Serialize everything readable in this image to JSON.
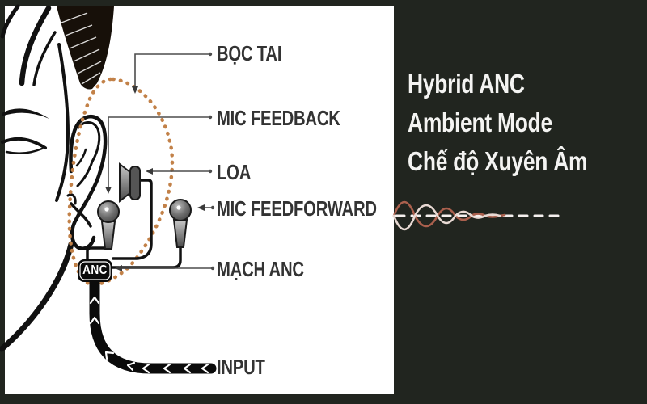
{
  "diagram": {
    "labels": [
      {
        "id": "boc-tai",
        "text": "BỌC TAI"
      },
      {
        "id": "mic-feedback",
        "text": "MIC FEEDBACK"
      },
      {
        "id": "loa",
        "text": "LOA"
      },
      {
        "id": "mic-feedforward",
        "text": "MIC FEEDFORWARD"
      },
      {
        "id": "mach-anc",
        "text": "MẠCH ANC"
      },
      {
        "id": "input",
        "text": "INPUT"
      }
    ],
    "chip_label": "ANC"
  },
  "right_panel": {
    "headings": [
      "Hybrid ANC",
      "Ambient Mode",
      "Chế độ Xuyên Âm"
    ]
  },
  "colors": {
    "background_dark": "#21251f",
    "panel_white": "#ffffff",
    "line_art_black": "#111111",
    "label_gray": "#333333",
    "earcup_dotted_tan": "#c28148",
    "wave_salmon": "#aa604d",
    "wave_light": "#e8d9d3",
    "wave_dash_white": "#f5f0ee",
    "heading_white": "#f4f4f2"
  }
}
